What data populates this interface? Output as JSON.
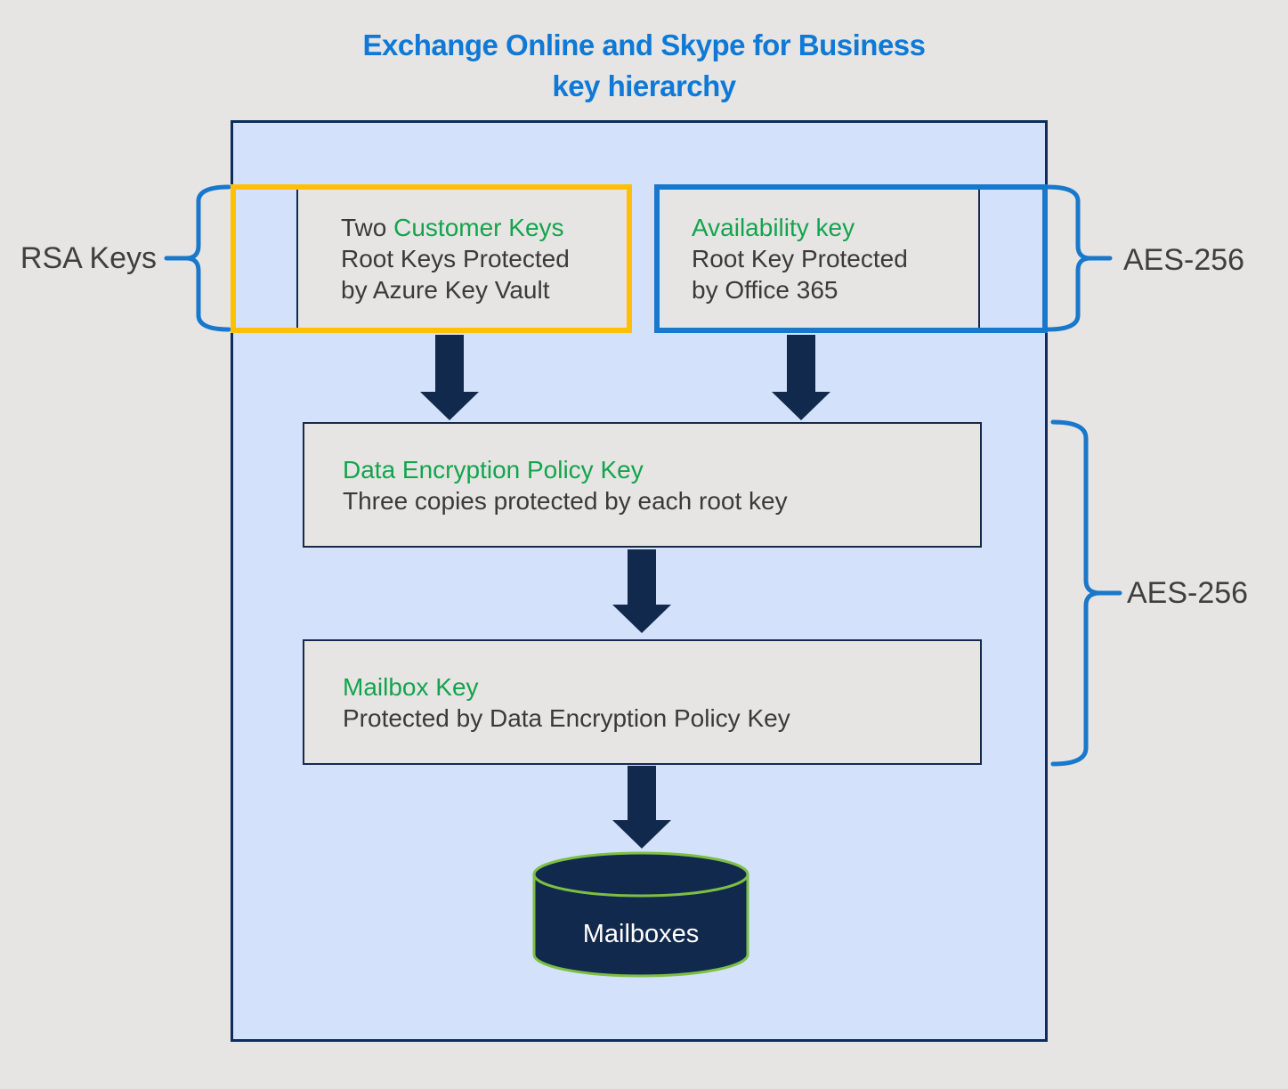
{
  "title": {
    "line1": "Exchange Online and Skype for Business",
    "line2": "key hierarchy"
  },
  "labels": {
    "rsa": "RSA Keys",
    "aes_top": "AES-256",
    "aes_bottom": "AES-256"
  },
  "boxes": {
    "customer": {
      "prefix": "Two ",
      "title": "Customer Keys",
      "line2": "Root Keys Protected",
      "line3": "by Azure Key Vault"
    },
    "availability": {
      "title": "Availability key",
      "line2": "Root Key Protected",
      "line3": "by Office 365"
    },
    "dep": {
      "title": "Data Encryption Policy Key",
      "line2": "Three copies protected by each root key"
    },
    "mailbox": {
      "title": "Mailbox Key",
      "line2": "Protected by Data Encryption Policy Key"
    }
  },
  "database": {
    "label": "Mailboxes"
  },
  "colors": {
    "title_blue": "#0e79d6",
    "highlight_yellow": "#ffc003",
    "highlight_blue": "#1878cc",
    "key_green": "#14a44d",
    "dark_navy": "#12294e",
    "container_fill": "#d3e2fa",
    "box_fill": "#e6e5e3",
    "cylinder_outline_green": "#7cc043",
    "body_text": "#3a3a3a"
  }
}
